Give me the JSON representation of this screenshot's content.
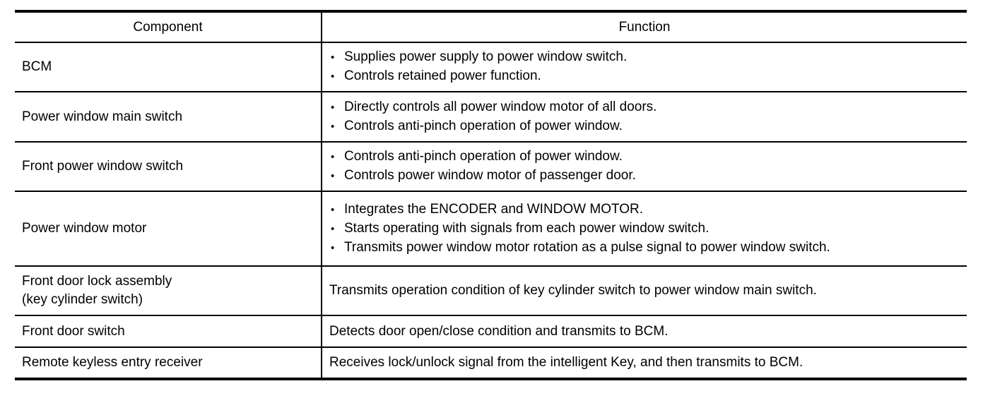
{
  "colors": {
    "text": "#000000",
    "border": "#000000",
    "background": "#ffffff"
  },
  "table": {
    "bullet_glyph": "•",
    "headers": {
      "component": "Component",
      "function": "Function"
    },
    "rows": [
      {
        "component_lines": [
          "BCM"
        ],
        "bulleted": true,
        "functions": [
          "Supplies power supply to power window switch.",
          "Controls retained power function."
        ]
      },
      {
        "component_lines": [
          "Power window main switch"
        ],
        "bulleted": true,
        "functions": [
          "Directly controls all power window motor of all doors.",
          "Controls anti-pinch operation of power window."
        ]
      },
      {
        "component_lines": [
          "Front power window switch"
        ],
        "bulleted": true,
        "functions": [
          "Controls anti-pinch operation of power window.",
          "Controls power window motor of passenger door."
        ]
      },
      {
        "component_lines": [
          "Power window motor"
        ],
        "bulleted": true,
        "functions": [
          "Integrates the ENCODER and WINDOW MOTOR.",
          "Starts operating with signals from each power window switch.",
          "Transmits power window motor rotation as a pulse signal to power window switch."
        ]
      },
      {
        "component_lines": [
          "Front door lock assembly",
          "(key cylinder switch)"
        ],
        "bulleted": false,
        "functions": [
          "Transmits operation condition of key cylinder switch to power window main switch."
        ]
      },
      {
        "component_lines": [
          "Front door switch"
        ],
        "bulleted": false,
        "functions": [
          "Detects door open/close condition and transmits to BCM."
        ]
      },
      {
        "component_lines": [
          "Remote keyless entry receiver"
        ],
        "bulleted": false,
        "functions": [
          "Receives lock/unlock signal from the intelligent Key, and then transmits to BCM."
        ]
      }
    ]
  }
}
